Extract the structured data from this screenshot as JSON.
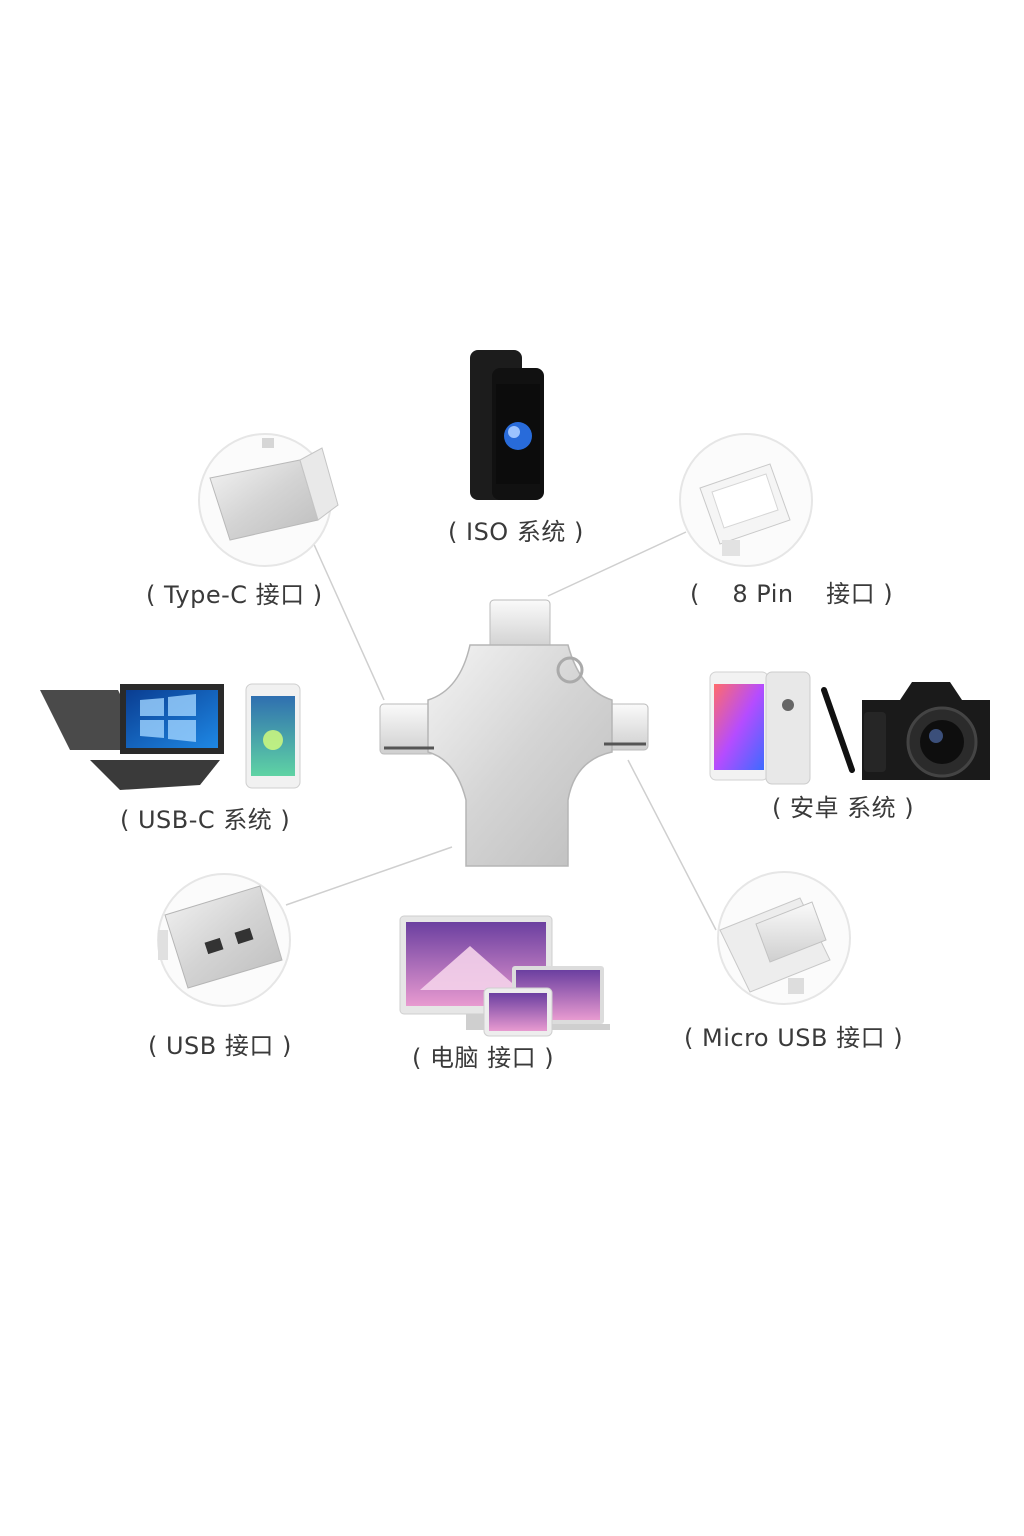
{
  "labels": {
    "ios": "( ISO 系统 )",
    "typec_port": "( Type-C 接口 )",
    "pin8_port": "(    8 Pin    接口 )",
    "usbc_system": "( USB-C 系统 )",
    "android_system": "( 安卓 系统 )",
    "usb_port": "( USB 接口 )",
    "computer_port": "( 电脑 接口 )",
    "micro_usb_port": "( Micro USB 接口 )"
  },
  "colors": {
    "background": "#ffffff",
    "text": "#3a3a3a",
    "metal": "#d9d9d9",
    "leader_line": "#c8c8c8"
  },
  "icons": [
    "smartphone-icon",
    "type-c-connector-icon",
    "lightning-connector-icon",
    "laptop-icon",
    "android-phone-icon",
    "camera-icon",
    "usb-a-connector-icon",
    "monitor-icon",
    "micro-usb-connector-icon",
    "flash-drive-icon"
  ]
}
